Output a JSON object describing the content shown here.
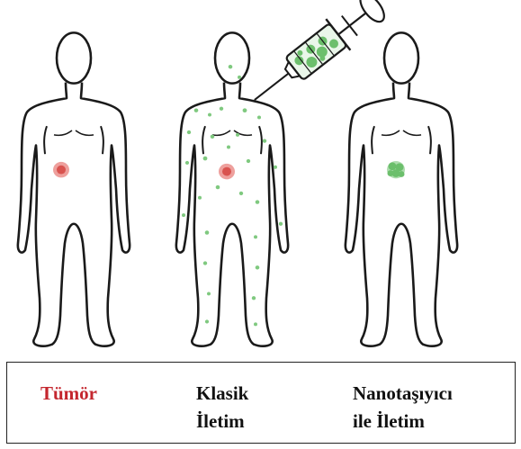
{
  "captions": {
    "tumor": "Tümör",
    "klasik_line1": "Klasik",
    "klasik_line2": "İletim",
    "nano_line1": "Nanotaşıyıcı",
    "nano_line2": "ile İletim"
  },
  "colors": {
    "outline": "#1a1a1a",
    "tumor_red": "#d9534f",
    "drug_green": "#6cbf6c",
    "caption_red": "#c4262e"
  }
}
